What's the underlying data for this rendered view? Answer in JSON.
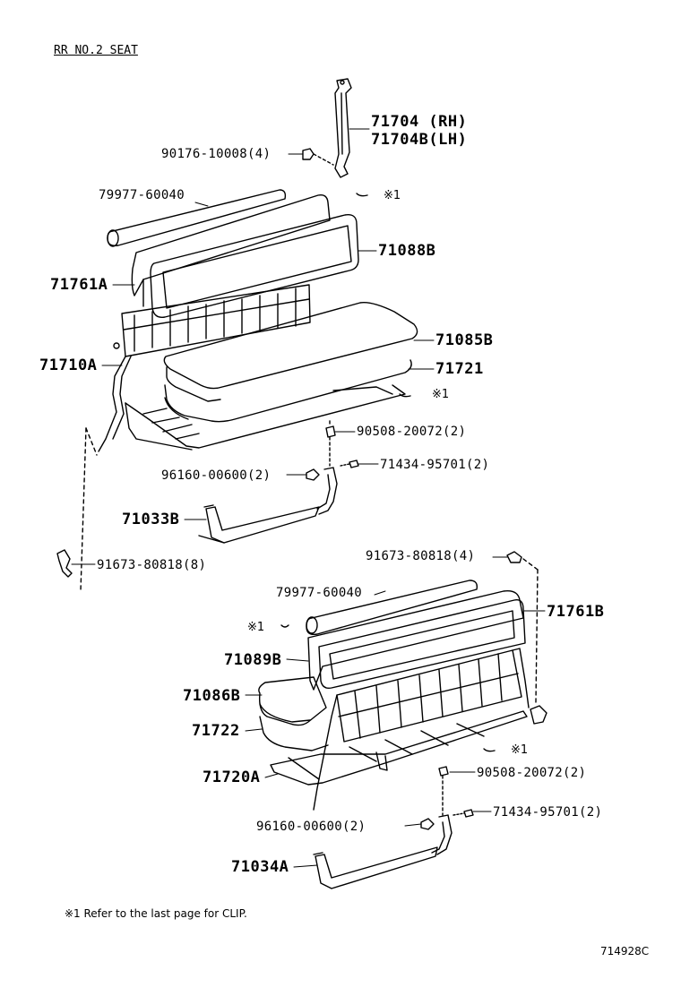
{
  "title": "RR NO.2 SEAT",
  "footnote": "※1  Refer to the last page for CLIP.",
  "diagram_code": "714928C",
  "clip_mark": "※1",
  "labels": {
    "p71704_rh": "71704  (RH)",
    "p71704b_lh": "71704B(LH)",
    "p90176": "90176-10008(4)",
    "p79977_top": "79977-60040",
    "p71088b": "71088B",
    "p71761a": "71761A",
    "p71085b": "71085B",
    "p71710a": "71710A",
    "p71721": "71721",
    "p90508_top": "90508-20072(2)",
    "p96160_top": "96160-00600(2)",
    "p71434_top": "71434-95701(2)",
    "p71033b": "71033B",
    "p91673_8": "91673-80818(8)",
    "p91673_4": "91673-80818(4)",
    "p79977_bot": "79977-60040",
    "p71761b": "71761B",
    "p71089b": "71089B",
    "p71086b": "71086B",
    "p71722": "71722",
    "p71720a": "71720A",
    "p90508_bot": "90508-20072(2)",
    "p96160_bot": "96160-00600(2)",
    "p71434_bot": "71434-95701(2)",
    "p71034a": "71034A"
  }
}
